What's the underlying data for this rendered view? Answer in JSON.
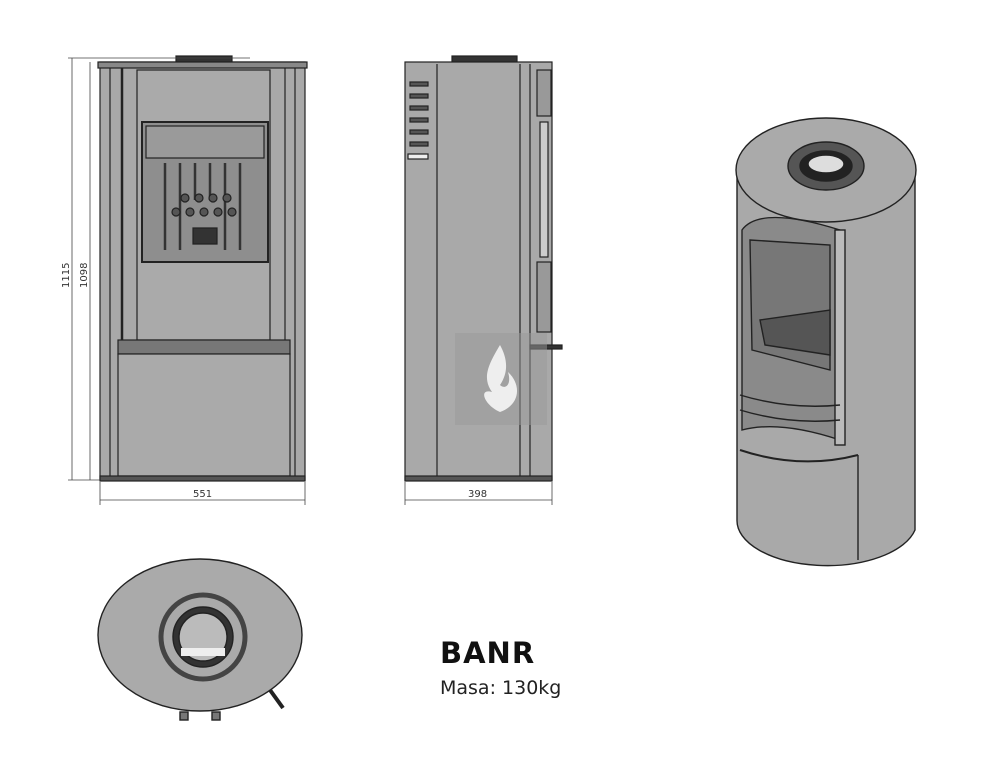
{
  "product": {
    "name": "BANR",
    "mass_label": "Masa: 130kg"
  },
  "dimensions": {
    "total_height": "1115",
    "body_height": "1098",
    "width": "551",
    "depth": "398"
  },
  "colors": {
    "body": "#a9a9a9",
    "dark": "#4a4a4a",
    "line": "#222222"
  }
}
